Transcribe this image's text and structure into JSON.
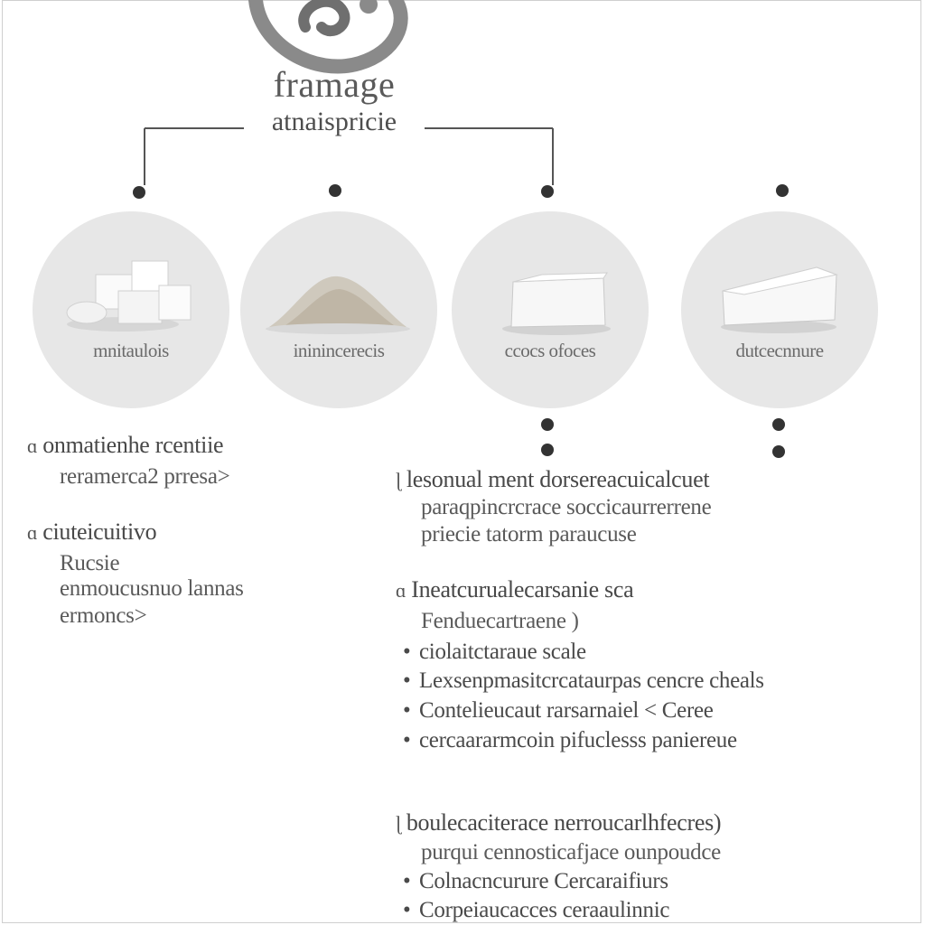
{
  "header": {
    "title": "framage",
    "subtitle": "atnaispricie"
  },
  "circles": [
    {
      "label": "mnitaulois",
      "icon": "cheese-cubes-icon"
    },
    {
      "label": "ininincerecis",
      "icon": "grated-cheese-icon"
    },
    {
      "label": "ccocs ofoces",
      "icon": "cheese-block-icon"
    },
    {
      "label": "dutcecnnure",
      "icon": "cheese-wedge-icon"
    }
  ],
  "left_notes": [
    {
      "marker": "ɑ",
      "heading": "onmatienhe rcentiie",
      "lines": [
        "reramerca2 prresa>"
      ]
    },
    {
      "marker": "ɑ",
      "heading": "ciuteicuitivo",
      "lines": [
        "Rucsie",
        "enmoucusnuo lannas",
        "ermoncs>"
      ]
    }
  ],
  "right_notes": [
    {
      "marker": "ɭ",
      "heading": "lesonual ment dorsereacuicalcuet",
      "lines": [
        "paraqpincrcrace soccicaurrerrene",
        "priecie tatorm paraucuse"
      ],
      "bullets": []
    },
    {
      "marker": "ɑ",
      "heading": "Ineatcurualecarsanie sca",
      "lines": [
        "Fenduecartraene )"
      ],
      "bullets": [
        "ciolaitctaraue scale",
        "Lexsenpmasitcrcataurpas cencre cheals",
        "Contelieucaut rarsarnaiel < Ceree",
        "cercaararmcoin pifuclesss paniereue"
      ]
    },
    {
      "marker": "ɭ",
      "heading": "boulecaciterace nerroucarlhfecres)",
      "lines": [
        "purqui cennosticafjace ounpoudce"
      ],
      "bullets": [
        "Colnacncurure Cercaraifiurs",
        "Corpeiaucacces ceraaulinnic"
      ]
    }
  ],
  "colors": {
    "circle_fill": "#e7e7e7",
    "connector": "#555555",
    "dot": "#333333"
  }
}
